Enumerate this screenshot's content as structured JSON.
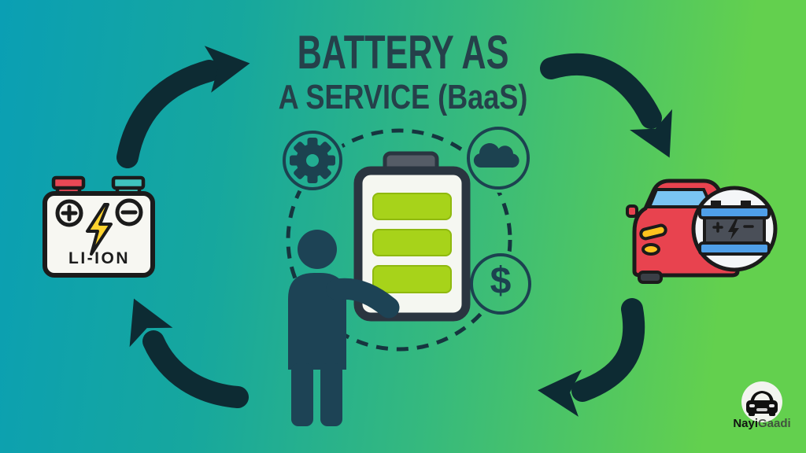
{
  "title": {
    "line1": "BATTERY AS",
    "line2": "A SERVICE (BaaS)"
  },
  "center": {
    "dollar_symbol": "$"
  },
  "li_ion": {
    "label": "LI-ION"
  },
  "brand": {
    "first": "Nayi",
    "second": "Gaadi"
  },
  "icons": {
    "gear-icon": "⚙",
    "cloud-icon": "☁",
    "dollar-icon": "$",
    "lightning-icon": "⚡",
    "plus-icon": "+",
    "minus-icon": "−",
    "cycle-arrow-icon": "➜",
    "li-ion-battery-icon": "🔋",
    "ev-car-icon": "🚗",
    "swap-battery-icon": "🔋",
    "person-icon": "🧍",
    "car-logo-icon": "🚘"
  },
  "colors": {
    "bg_teal": "#0a9fb4",
    "bg_green": "#63d04e",
    "ink_dark": "#0d2b33",
    "title_slate": "#25404a",
    "navy": "#1c4250",
    "person_navy": "#1d4355",
    "dash_navy": "#16353f",
    "battery_outline": "#2a3540",
    "battery_body": "#f5f7f1",
    "battery_cap": "#555c66",
    "bar_green": "#a7d31a",
    "bar_green_edge": "#8fb90f",
    "outline_black": "#1b1b1b",
    "li_body_white": "#f7f7f2",
    "terminal_red": "#e84855",
    "terminal_teal": "#3fc3bd",
    "bolt_yellow": "#ffd32e",
    "car_red": "#e8434f",
    "windshield_blue": "#7ac4f2",
    "headlight_yellow": "#ffc21e",
    "wheel_dark": "#3a3f46",
    "swap_circle_white": "#f4f6f8",
    "swap_battery_gray": "#4a4f58",
    "swap_band_blue": "#4f9fe8",
    "logo_circle": "#f2f4ef",
    "logo_black": "#101010",
    "brand_text_dark": "#111311",
    "brand_text_gray": "#3c3e3c"
  }
}
